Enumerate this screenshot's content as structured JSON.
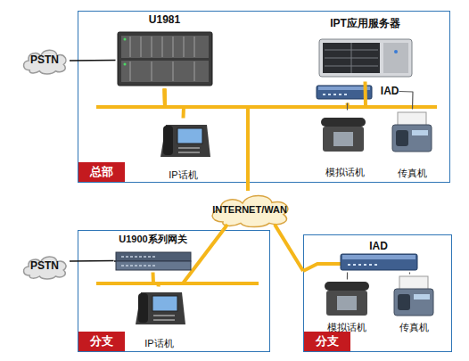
{
  "diagram": {
    "nodes": [
      {
        "text": [
          "PSTN"
        ]
      },
      {
        "text": [
          "总部"
        ]
      },
      {
        "text": [
          "U1981"
        ],
        "in": 1
      },
      {
        "text": [
          "IPT应用服务器"
        ],
        "in": 1
      },
      {
        "text": [
          "IP话机"
        ],
        "in": 1
      },
      {
        "text": [
          "IAD"
        ],
        "in": 1
      },
      {
        "text": [
          "模拟话机"
        ],
        "in": 1
      },
      {
        "text": [
          "传真机"
        ],
        "in": 1
      },
      {
        "text": [
          "INTERNET/WAN"
        ]
      },
      {
        "text": [
          "PSTN"
        ]
      },
      {
        "text": [
          "分支"
        ]
      },
      {
        "text": [
          "U1900系列网关"
        ],
        "in": 10
      },
      {
        "text": [
          "IP话机"
        ],
        "in": 10
      },
      {
        "text": [
          "分支"
        ]
      },
      {
        "text": [
          "IAD"
        ],
        "in": 13
      },
      {
        "text": [
          "模拟话机"
        ],
        "in": 13
      },
      {
        "text": [
          "传真机"
        ],
        "in": 13
      }
    ],
    "edges": [
      {
        "from": 0,
        "to": 2,
        "arrow": "none"
      },
      {
        "from": 2,
        "to": 3,
        "arrow": "none"
      },
      {
        "from": 2,
        "to": 4,
        "arrow": "none"
      },
      {
        "from": 2,
        "to": 5,
        "arrow": "none"
      },
      {
        "from": 5,
        "to": 6,
        "arrow": "none"
      },
      {
        "from": 5,
        "to": 7,
        "arrow": "none"
      },
      {
        "from": 8,
        "to": 1,
        "arrow": "none"
      },
      {
        "from": 8,
        "to": 10,
        "arrow": "none"
      },
      {
        "from": 8,
        "to": 13,
        "arrow": "none"
      },
      {
        "from": 9,
        "to": 11,
        "arrow": "none"
      },
      {
        "from": 11,
        "to": 12,
        "arrow": "none"
      },
      {
        "from": 14,
        "to": 15,
        "arrow": "none"
      },
      {
        "from": 14,
        "to": 16,
        "arrow": "none"
      }
    ]
  }
}
